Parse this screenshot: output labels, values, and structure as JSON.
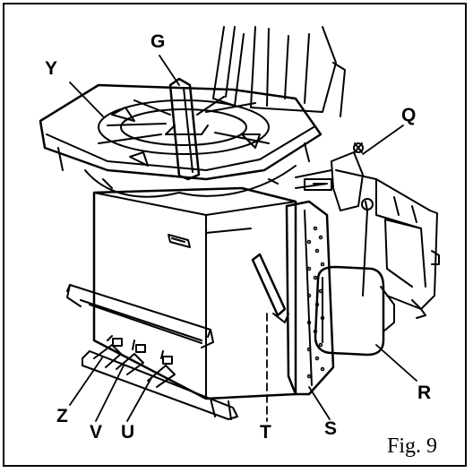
{
  "figure": {
    "caption": "Fig. 9",
    "labels": {
      "Y": "Y",
      "G": "G",
      "Q": "Q",
      "R": "R",
      "S": "S",
      "T": "T",
      "U": "U",
      "V": "V",
      "Z": "Z"
    }
  }
}
